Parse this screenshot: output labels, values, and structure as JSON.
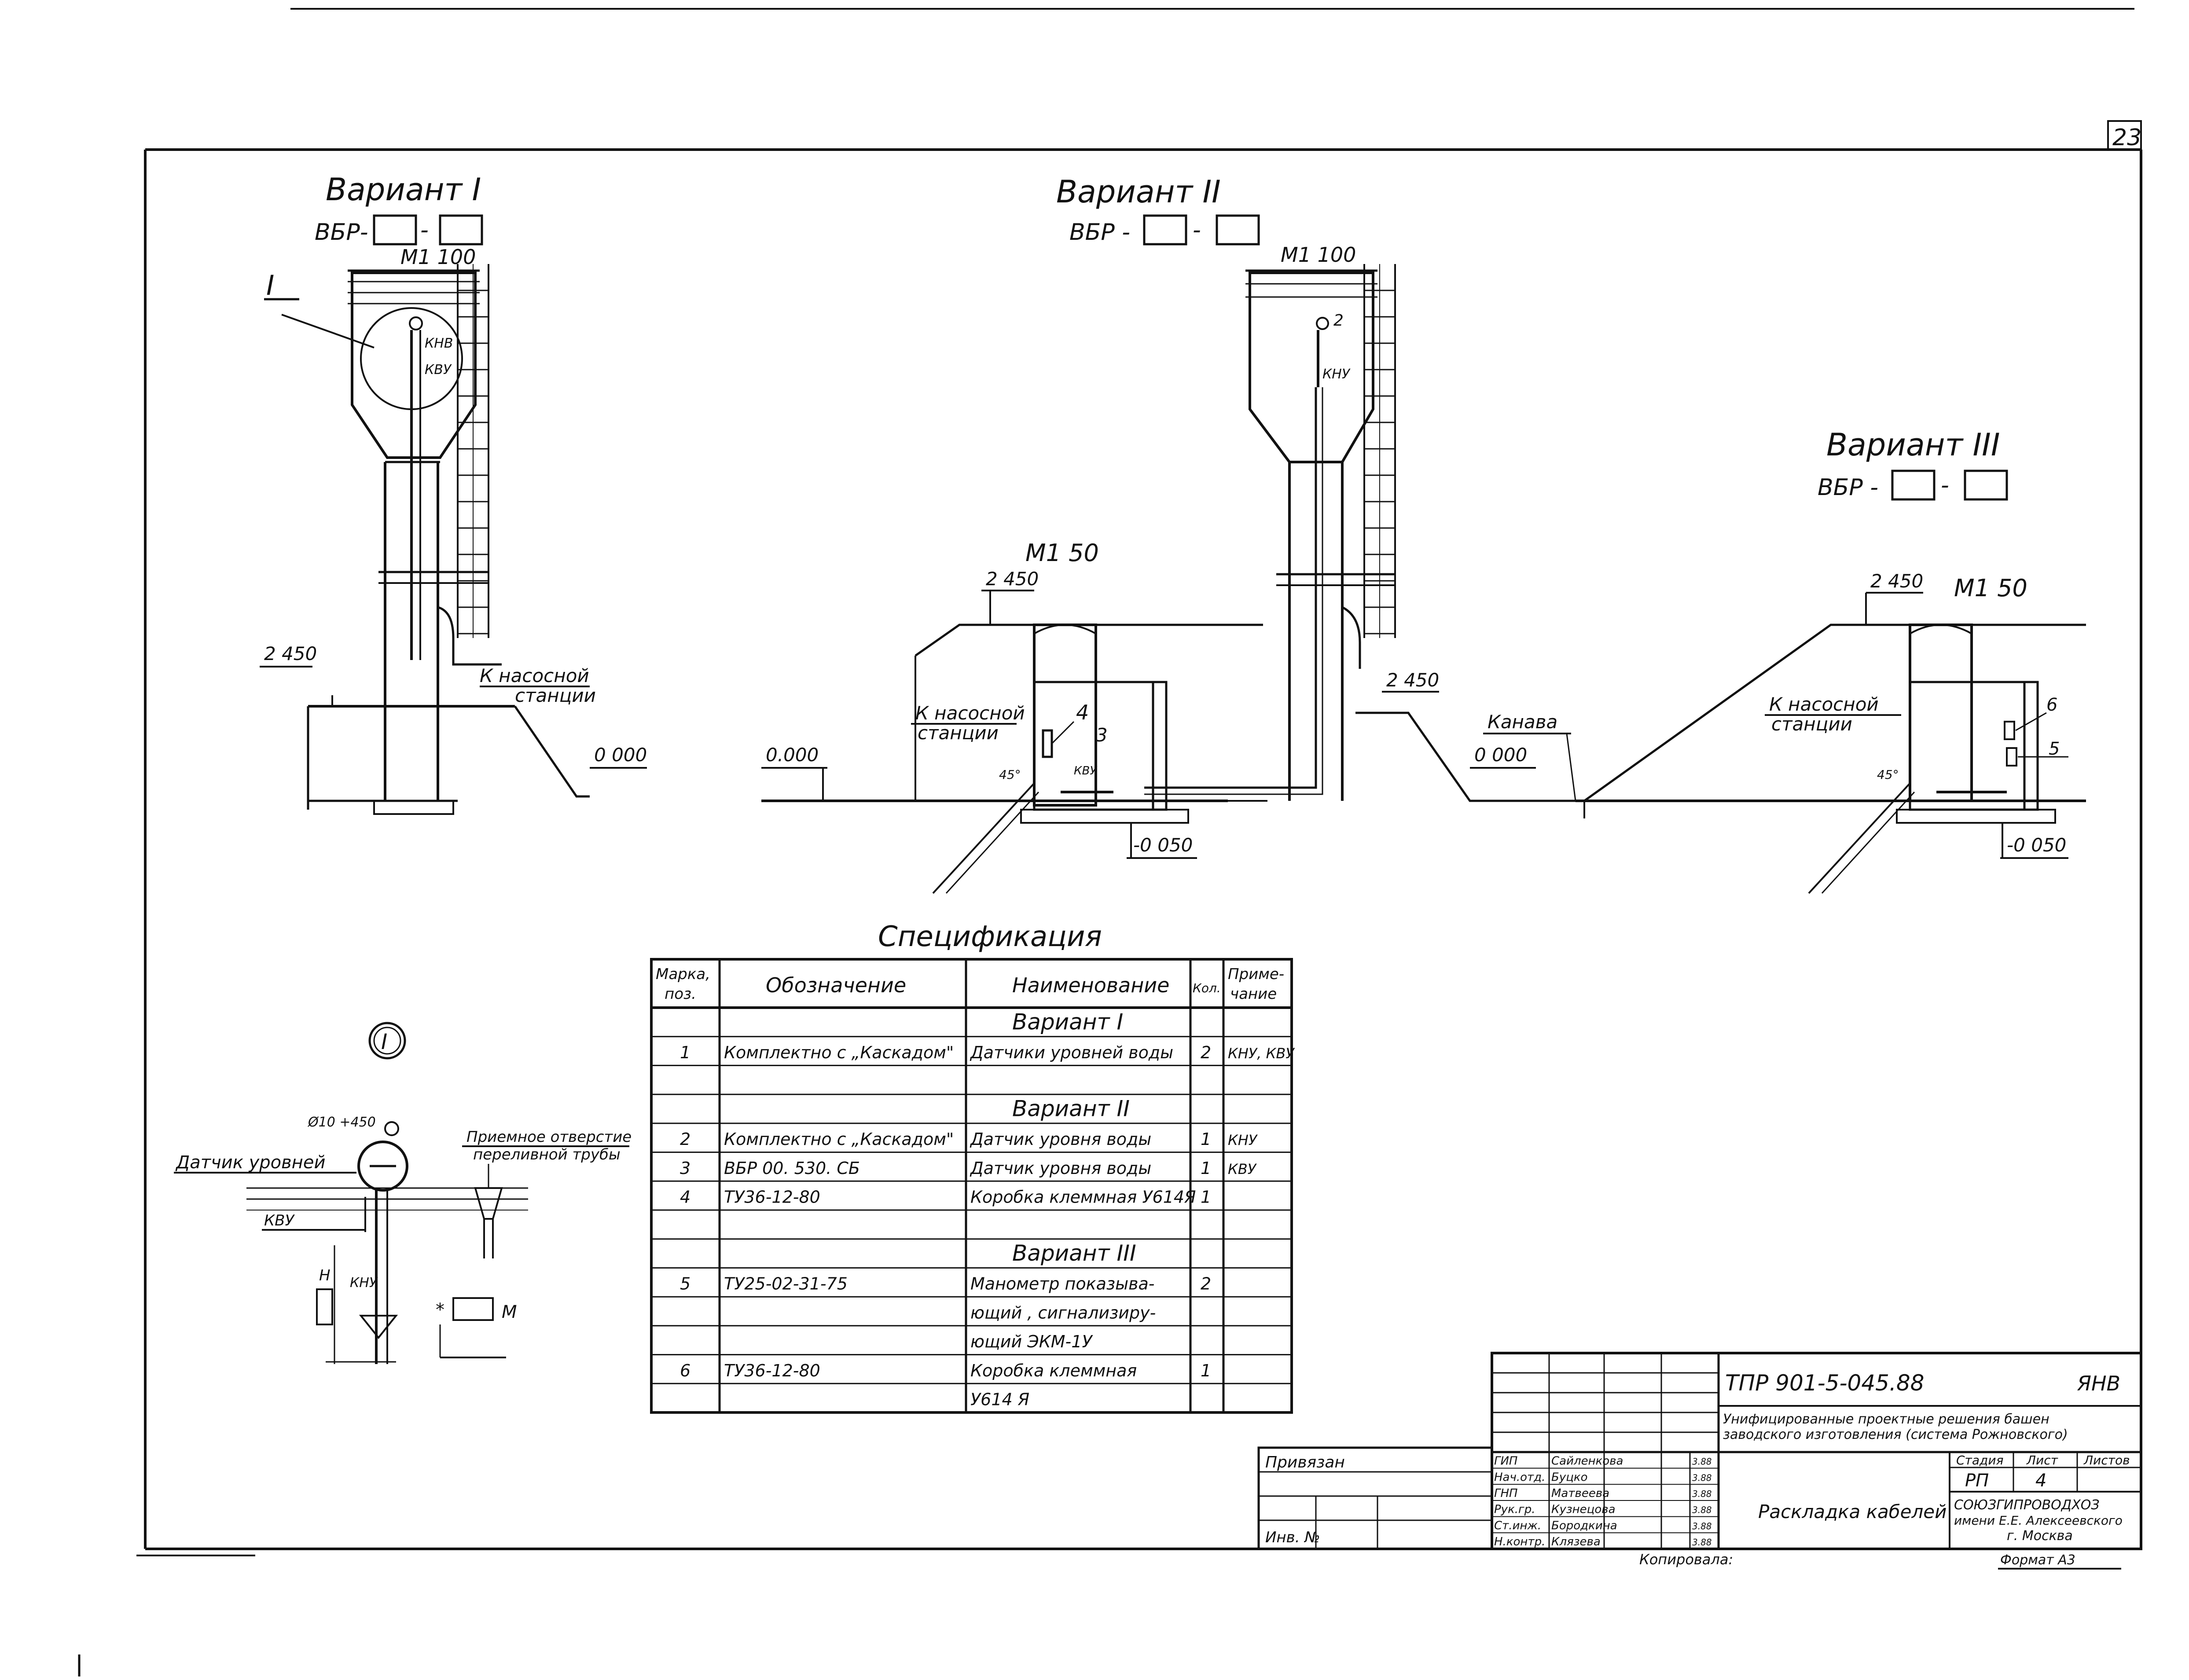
{
  "sheet": {
    "number": "23"
  },
  "variant1": {
    "title": "Вариант I",
    "code_prefix": "ВБР-",
    "code_sep": "-",
    "scale": "М1 100",
    "callout": "I",
    "labels": {
      "knv": "КНВ",
      "kvu": "КВУ"
    },
    "elev_left": "2 450",
    "elev_zero": "0 000",
    "pump_line1": "К насосной",
    "pump_line2": "станции"
  },
  "variant2": {
    "title": "Вариант II",
    "code_prefix": "ВБР -",
    "code_sep": "-",
    "scale": "М1 100",
    "tank_label": "КНУ",
    "pos2": "2",
    "pit_scale": "М1 50",
    "elev_top": "2 450",
    "elev_zero": "0.000",
    "elev_bottom": "-0 050",
    "pos3": "3",
    "pos4": "4",
    "box_label": "КВУ",
    "angle": "45°",
    "pump_line1": "К насосной",
    "pump_line2": "станции",
    "elev_right": "2 450",
    "elev_zero_right": "0 000"
  },
  "variant3": {
    "title": "Вариант III",
    "code_prefix": "ВБР -",
    "code_sep": "-",
    "scale": "М1 50",
    "elev_top": "2 450",
    "ditch": "Канава",
    "pump_line1": "К насосной",
    "pump_line2": "станции",
    "pos5": "5",
    "pos6": "6",
    "angle": "45°",
    "elev_bottom": "-0 050"
  },
  "detail": {
    "callout": "I",
    "sensor_label": "Датчик уровней",
    "intake_line1": "Приемное отверстие",
    "intake_line2": "переливной трубы",
    "kvu": "КВУ",
    "knu": "КНУ",
    "dim": "Н",
    "elev": "Ø10 +450",
    "mark_m": "М",
    "star": "*"
  },
  "spec": {
    "title": "Спецификация",
    "headers": {
      "pos_line1": "Марка,",
      "pos_line2": "поз.",
      "designation": "Обозначение",
      "name": "Наименование",
      "qty": "Кол.",
      "note_line1": "Приме-",
      "note_line2": "чание"
    },
    "rows": [
      {
        "pos": "",
        "designation": "",
        "name": "Вариант I",
        "qty": "",
        "note": ""
      },
      {
        "pos": "1",
        "designation": "Комплектно с „Каскадом\"",
        "name": "Датчики уровней воды",
        "qty": "2",
        "note": "КНУ, КВУ"
      },
      {
        "pos": "",
        "designation": "",
        "name": "",
        "qty": "",
        "note": ""
      },
      {
        "pos": "",
        "designation": "",
        "name": "Вариант II",
        "qty": "",
        "note": ""
      },
      {
        "pos": "2",
        "designation": "Комплектно с „Каскадом\"",
        "name": "Датчик уровня воды",
        "qty": "1",
        "note": "КНУ"
      },
      {
        "pos": "3",
        "designation": "ВБР 00. 530. СБ",
        "name": "Датчик уровня воды",
        "qty": "1",
        "note": "КВУ"
      },
      {
        "pos": "4",
        "designation": "ТУ36-12-80",
        "name": "Коробка клеммная У614Я",
        "qty": "1",
        "note": ""
      },
      {
        "pos": "",
        "designation": "",
        "name": "",
        "qty": "",
        "note": ""
      },
      {
        "pos": "",
        "designation": "",
        "name": "Вариант III",
        "qty": "",
        "note": ""
      },
      {
        "pos": "5",
        "designation": "ТУ25-02-31-75",
        "name": "Манометр показыва-",
        "qty": "2",
        "note": ""
      },
      {
        "pos": "",
        "designation": "",
        "name": "ющий , сигнализиру-",
        "qty": "",
        "note": ""
      },
      {
        "pos": "",
        "designation": "",
        "name": "ющий  ЭКМ-1У",
        "qty": "",
        "note": ""
      },
      {
        "pos": "6",
        "designation": "ТУ36-12-80",
        "name": "Коробка клеммная",
        "qty": "1",
        "note": ""
      },
      {
        "pos": "",
        "designation": "",
        "name": "У614 Я",
        "qty": "",
        "note": ""
      }
    ]
  },
  "stamp": {
    "doc_code": "ТПР 901-5-045.88",
    "suffix": "ЯНВ",
    "project_line1": "Унифицированные проектные решения башен",
    "project_line2": "заводского изготовления (система Рожновского)",
    "binding_label": "Привязан",
    "inv_label": "Инв. №",
    "sheet_title": "Раскладка кабелей",
    "stage_header": "Стадия",
    "sheet_header": "Лист",
    "sheets_header": "Листов",
    "stage": "РП",
    "sheet": "4",
    "org_line1": "СОЮЗГИПРОВОДХОЗ",
    "org_line2": "имени Е.Е. Алексеевского",
    "org_line3": "г. Москва",
    "signers": [
      {
        "role": "ГИП",
        "name": "Сайленкова",
        "date": "3.88"
      },
      {
        "role": "Нач.отд.",
        "name": "Буцко",
        "date": "3.88"
      },
      {
        "role": "ГНП",
        "name": "Матвеева",
        "date": "3.88"
      },
      {
        "role": "Рук.гр.",
        "name": "Кузнецова",
        "date": "3.88"
      },
      {
        "role": "Ст.инж.",
        "name": "Бородкина",
        "date": "3.88"
      },
      {
        "role": "Н.контр.",
        "name": "Клязева",
        "date": "3.88"
      }
    ],
    "copy_note": "Копировала:",
    "format": "Формат А3"
  }
}
